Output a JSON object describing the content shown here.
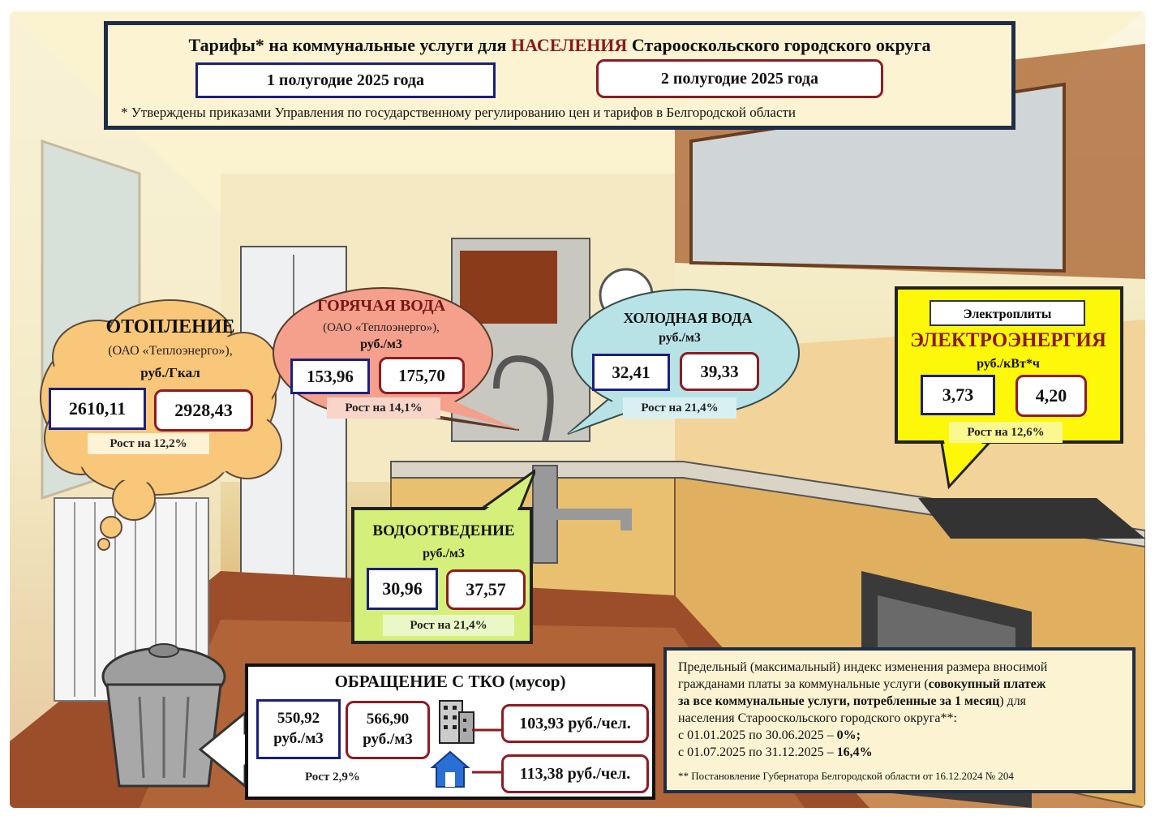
{
  "header": {
    "title_part1": "Тарифы* на коммунальные услуги для ",
    "title_highlight": "НАСЕЛЕНИЯ",
    "title_part2": " Старооскольского городского округа",
    "period1": "1 полугодие 2025 года",
    "period2": "2 полугодие 2025 года",
    "footnote": "* Утверждены приказами Управления по государственному регулированию цен и тарифов в Белгородской области"
  },
  "heating": {
    "title": "ОТОПЛЕНИЕ",
    "provider": "(ОАО «Теплоэнерго»),",
    "unit": "руб./Гкал",
    "value1": "2610,11",
    "value2": "2928,43",
    "growth": "Рост на 12,2%"
  },
  "hot_water": {
    "title": "ГОРЯЧАЯ ВОДА",
    "provider": "(ОАО «Теплоэнерго»),",
    "unit": "руб./м3",
    "value1": "153,96",
    "value2": "175,70",
    "growth": "Рост на 14,1%"
  },
  "cold_water": {
    "title": "ХОЛОДНАЯ ВОДА",
    "unit": "руб./м3",
    "value1": "32,41",
    "value2": "39,33",
    "growth": "Рост на 21,4%"
  },
  "electricity": {
    "label": "Электроплиты",
    "title": "ЭЛЕКТРОЭНЕРГИЯ",
    "unit": "руб./кВт*ч",
    "value1": "3,73",
    "value2": "4,20",
    "growth": "Рост на 12,6%"
  },
  "drainage": {
    "title": "ВОДООТВЕДЕНИЕ",
    "unit": "руб./м3",
    "value1": "30,96",
    "value2": "37,57",
    "growth": "Рост на 21,4%"
  },
  "waste": {
    "title": "ОБРАЩЕНИЕ С ТКО (мусор)",
    "value1": "550,92",
    "value1_unit": "руб./м3",
    "value2": "566,90",
    "value2_unit": "руб./м3",
    "growth": "Рост 2,9%",
    "apartment_rate": "103,93 руб./чел.",
    "house_rate": "113,38 руб./чел."
  },
  "index_box": {
    "line1": "Предельный (максимальный) индекс изменения размера вносимой",
    "line2a": "гражданами платы за коммунальные услуги (",
    "line2b": "совокупный платеж",
    "line3a": "за все коммунальные услуги, потребленные за 1 месяц",
    "line3b": ") для",
    "line4": "населения Старооскольского городского округа**:",
    "period1_text": "с 01.01.2025 по 30.06.2025 – ",
    "period1_value": "0%;",
    "period2_text": "с 01.07.2025 по 31.12.2025 – ",
    "period2_value": "16,4%",
    "footnote": "** Постановление Губернатора Белгородской области от 16.12.2024 № 204"
  },
  "colors": {
    "blue_border": "#1c1f7e",
    "red_border": "#8e1b22",
    "highlight_red": "#8b1a1a",
    "heating_cloud": "#f9c77a",
    "hot_water_bubble": "#f4a08c",
    "cold_water_bubble": "#b8e3e6",
    "electricity_box": "#fdf70a",
    "drainage_box": "#d4f07a"
  }
}
